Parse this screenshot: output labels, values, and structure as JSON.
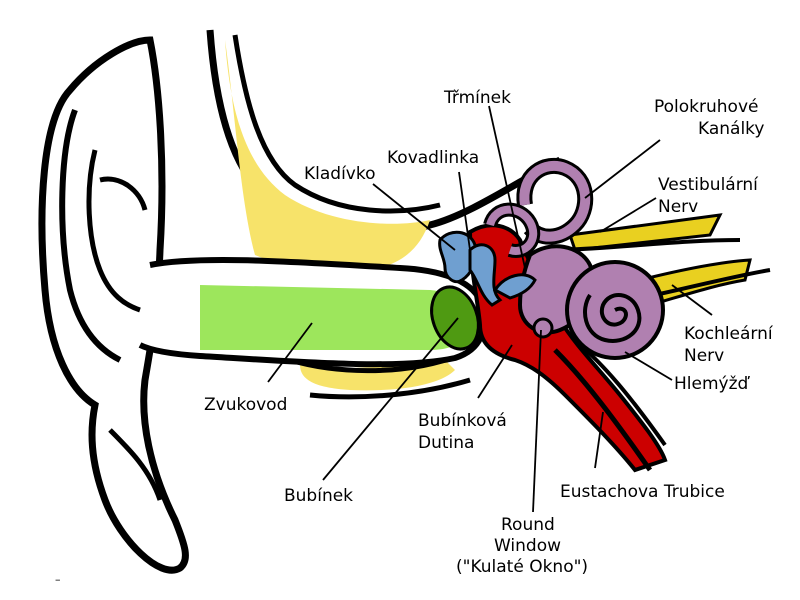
{
  "labels": {
    "trminek": "Třmínek",
    "polokruhove_1": "Polokruhové",
    "polokruhove_2": "Kanálky",
    "kovadlinka": "Kovadlinka",
    "kladivko": "Kladívko",
    "vestibularni_1": "Vestibulární",
    "vestibularni_2": "Nerv",
    "kochlearni_1": "Kochleární",
    "kochlearni_2": "Nerv",
    "hlemyzd": "Hlemýžď",
    "zvukovod": "Zvukovod",
    "bubinkova_1": "Bubínková",
    "bubinkova_2": "Dutina",
    "eustachova": "Eustachova Trubice",
    "bubinek": "Bubínek",
    "round_1": "Round",
    "round_2": "Window",
    "round_3": "(\"Kulaté Okno\")",
    "footnote": "–"
  },
  "colors": {
    "outline": "#000000",
    "bone": "#f7e36a",
    "canal": "#9de65c",
    "eardrum": "#4f9a12",
    "cavity": "#cc0000",
    "ossicles": "#6f9fd0",
    "cochlea": "#b080b0",
    "nerve": "#e9d020"
  }
}
